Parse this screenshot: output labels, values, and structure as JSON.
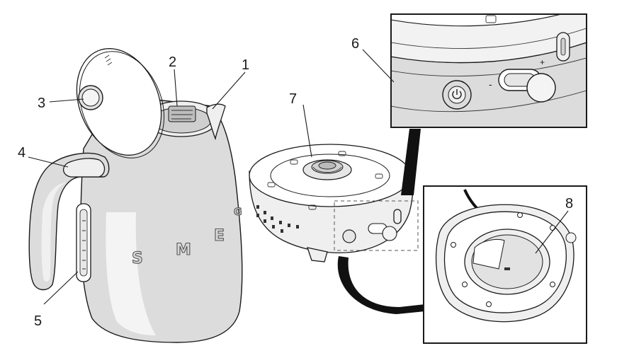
{
  "brand_logo_letters": [
    "S",
    "M",
    "E",
    "G"
  ],
  "callouts": [
    {
      "id": "1",
      "label": "1"
    },
    {
      "id": "2",
      "label": "2"
    },
    {
      "id": "3",
      "label": "3"
    },
    {
      "id": "4",
      "label": "4"
    },
    {
      "id": "5",
      "label": "5"
    },
    {
      "id": "6",
      "label": "6"
    },
    {
      "id": "7",
      "label": "7"
    },
    {
      "id": "8",
      "label": "8"
    }
  ],
  "detail_markings": {
    "minus": "-",
    "plus": "+"
  }
}
